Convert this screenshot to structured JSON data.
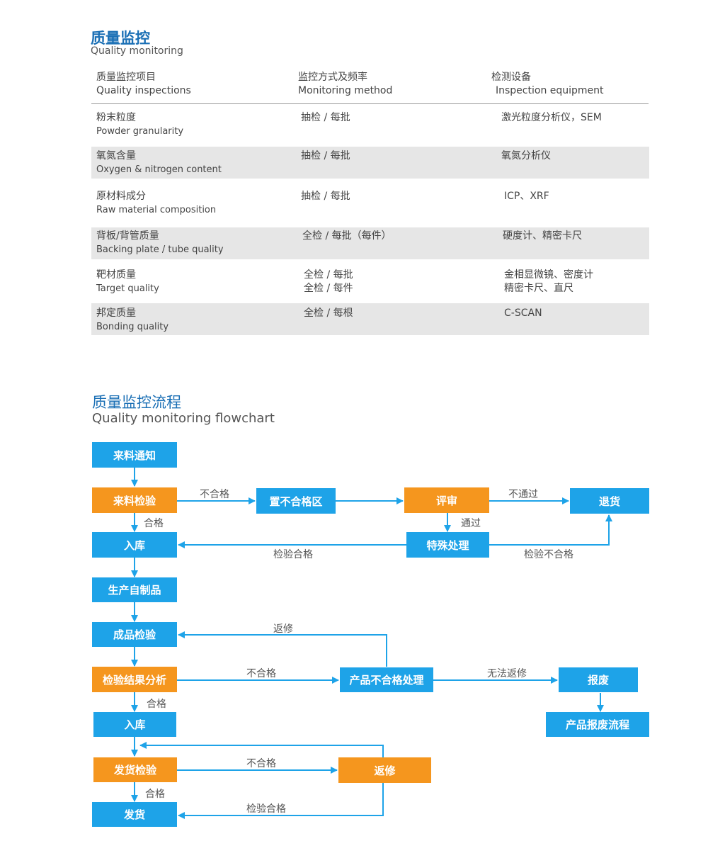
{
  "section1": {
    "title_cn": "质量监控",
    "title_en": "Quality monitoring",
    "headers": [
      {
        "cn": "质量监控项目",
        "en": "Quality inspections"
      },
      {
        "cn": "监控方式及频率",
        "en": "Monitoring method"
      },
      {
        "cn": "检测设备",
        "en": "Inspection equipment"
      }
    ],
    "rows": [
      {
        "item_cn": "粉末粒度",
        "item_en": "Powder granularity",
        "method": [
          "抽检 / 每批"
        ],
        "equipment": [
          "激光粒度分析仪，SEM"
        ]
      },
      {
        "item_cn": "氧氮含量",
        "item_en": "Oxygen & nitrogen content",
        "method": [
          "抽检 / 每批"
        ],
        "equipment": [
          "氧氮分析仪"
        ]
      },
      {
        "item_cn": "原材料成分",
        "item_en": "Raw material composition",
        "method": [
          "抽检 / 每批"
        ],
        "equipment": [
          "ICP、XRF"
        ]
      },
      {
        "item_cn": "背板/背管质量",
        "item_en": "Backing plate / tube quality",
        "method": [
          "全检 / 每批（每件）"
        ],
        "equipment": [
          "硬度计、精密卡尺"
        ]
      },
      {
        "item_cn": "靶材质量",
        "item_en": "Target quality",
        "method": [
          "全检  / 每批",
          "全检 / 每件"
        ],
        "equipment": [
          "金相显微镜、密度计",
          "精密卡尺、直尺"
        ]
      },
      {
        "item_cn": "邦定质量",
        "item_en": "Bonding quality",
        "method": [
          "全检 / 每根"
        ],
        "equipment": [
          "C-SCAN"
        ]
      }
    ]
  },
  "section2": {
    "title_cn": "质量监控流程",
    "title_en": "Quality monitoring  flowchart",
    "nodes": {
      "n_notice": "来料通知",
      "n_incoming_insp": "来料检验",
      "n_reject_area": "置不合格区",
      "n_review": "评审",
      "n_return_goods": "退货",
      "n_storage1": "入库",
      "n_special": "特殊处理",
      "n_production": "生产自制品",
      "n_final_insp": "成品检验",
      "n_analysis": "检验结果分析",
      "n_nonconform": "产品不合格处理",
      "n_scrap": "报废",
      "n_scrap_flow": "产品报废流程",
      "n_storage2": "入库",
      "n_ship_insp": "发货检验",
      "n_rework": "返修",
      "n_ship": "发货"
    },
    "labels": {
      "l_fail1": "不合格",
      "l_notpass": "不通过",
      "l_pass1": "合格",
      "l_pass_review": "通过",
      "l_insp_ok1": "检验合格",
      "l_insp_fail": "检验不合格",
      "l_rework1": "返修",
      "l_fail2": "不合格",
      "l_cant_rework": "无法返修",
      "l_pass2": "合格",
      "l_fail3": "不合格",
      "l_pass3": "合格",
      "l_insp_ok2": "检验合格"
    },
    "colors": {
      "blue": "#1ea3e8",
      "orange": "#f5961e",
      "line": "#1ea3e8"
    }
  }
}
